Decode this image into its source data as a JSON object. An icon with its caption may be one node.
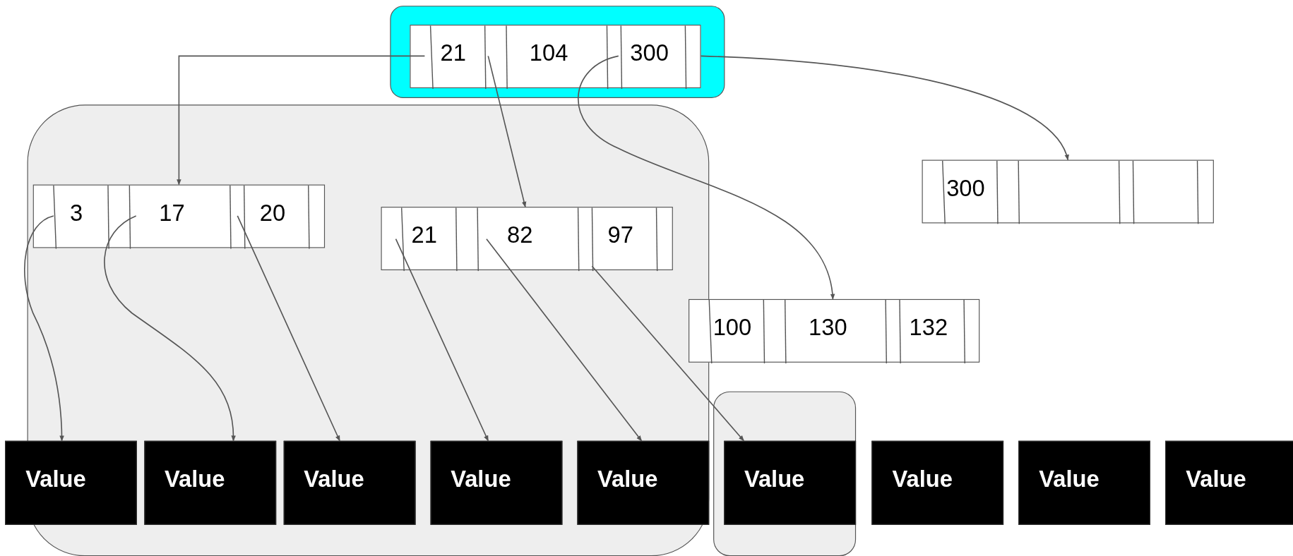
{
  "diagram": {
    "nodes": [
      {
        "text": [],
        "shape": "box"
      },
      {
        "text": [
          "21",
          "104",
          "300"
        ],
        "in": 0
      },
      {
        "text": [],
        "shape": "box"
      },
      {
        "text": [
          "3",
          "17",
          "20"
        ],
        "in": 2
      },
      {
        "text": [
          "21",
          "82",
          "97"
        ],
        "in": 2
      },
      {
        "text": [
          "300"
        ]
      },
      {
        "text": [
          "100",
          "130",
          "132"
        ]
      },
      {
        "text": [],
        "shape": "box"
      },
      {
        "text": [
          "Value"
        ]
      },
      {
        "text": [
          "Value"
        ],
        "in": 2
      },
      {
        "text": [
          "Value"
        ],
        "in": 2
      },
      {
        "text": [
          "Value"
        ],
        "in": 2
      },
      {
        "text": [
          "Value"
        ],
        "in": 2
      },
      {
        "text": [
          "Value"
        ],
        "in": 7
      },
      {
        "text": [
          "Value"
        ]
      },
      {
        "text": [
          "Value"
        ]
      },
      {
        "text": [
          "Value"
        ]
      }
    ],
    "edges": [
      {
        "from": 1,
        "to": 3,
        "arrow": "to"
      },
      {
        "from": 1,
        "to": 4,
        "arrow": "to"
      },
      {
        "from": 1,
        "to": 6,
        "arrow": "to"
      },
      {
        "from": 1,
        "to": 5,
        "arrow": "to"
      },
      {
        "from": 3,
        "to": 8,
        "arrow": "to"
      },
      {
        "from": 3,
        "to": 9,
        "arrow": "to"
      },
      {
        "from": 3,
        "to": 10,
        "arrow": "to"
      },
      {
        "from": 4,
        "to": 11,
        "arrow": "to"
      },
      {
        "from": 4,
        "to": 12,
        "arrow": "to"
      },
      {
        "from": 4,
        "to": 13,
        "arrow": "to"
      }
    ]
  }
}
